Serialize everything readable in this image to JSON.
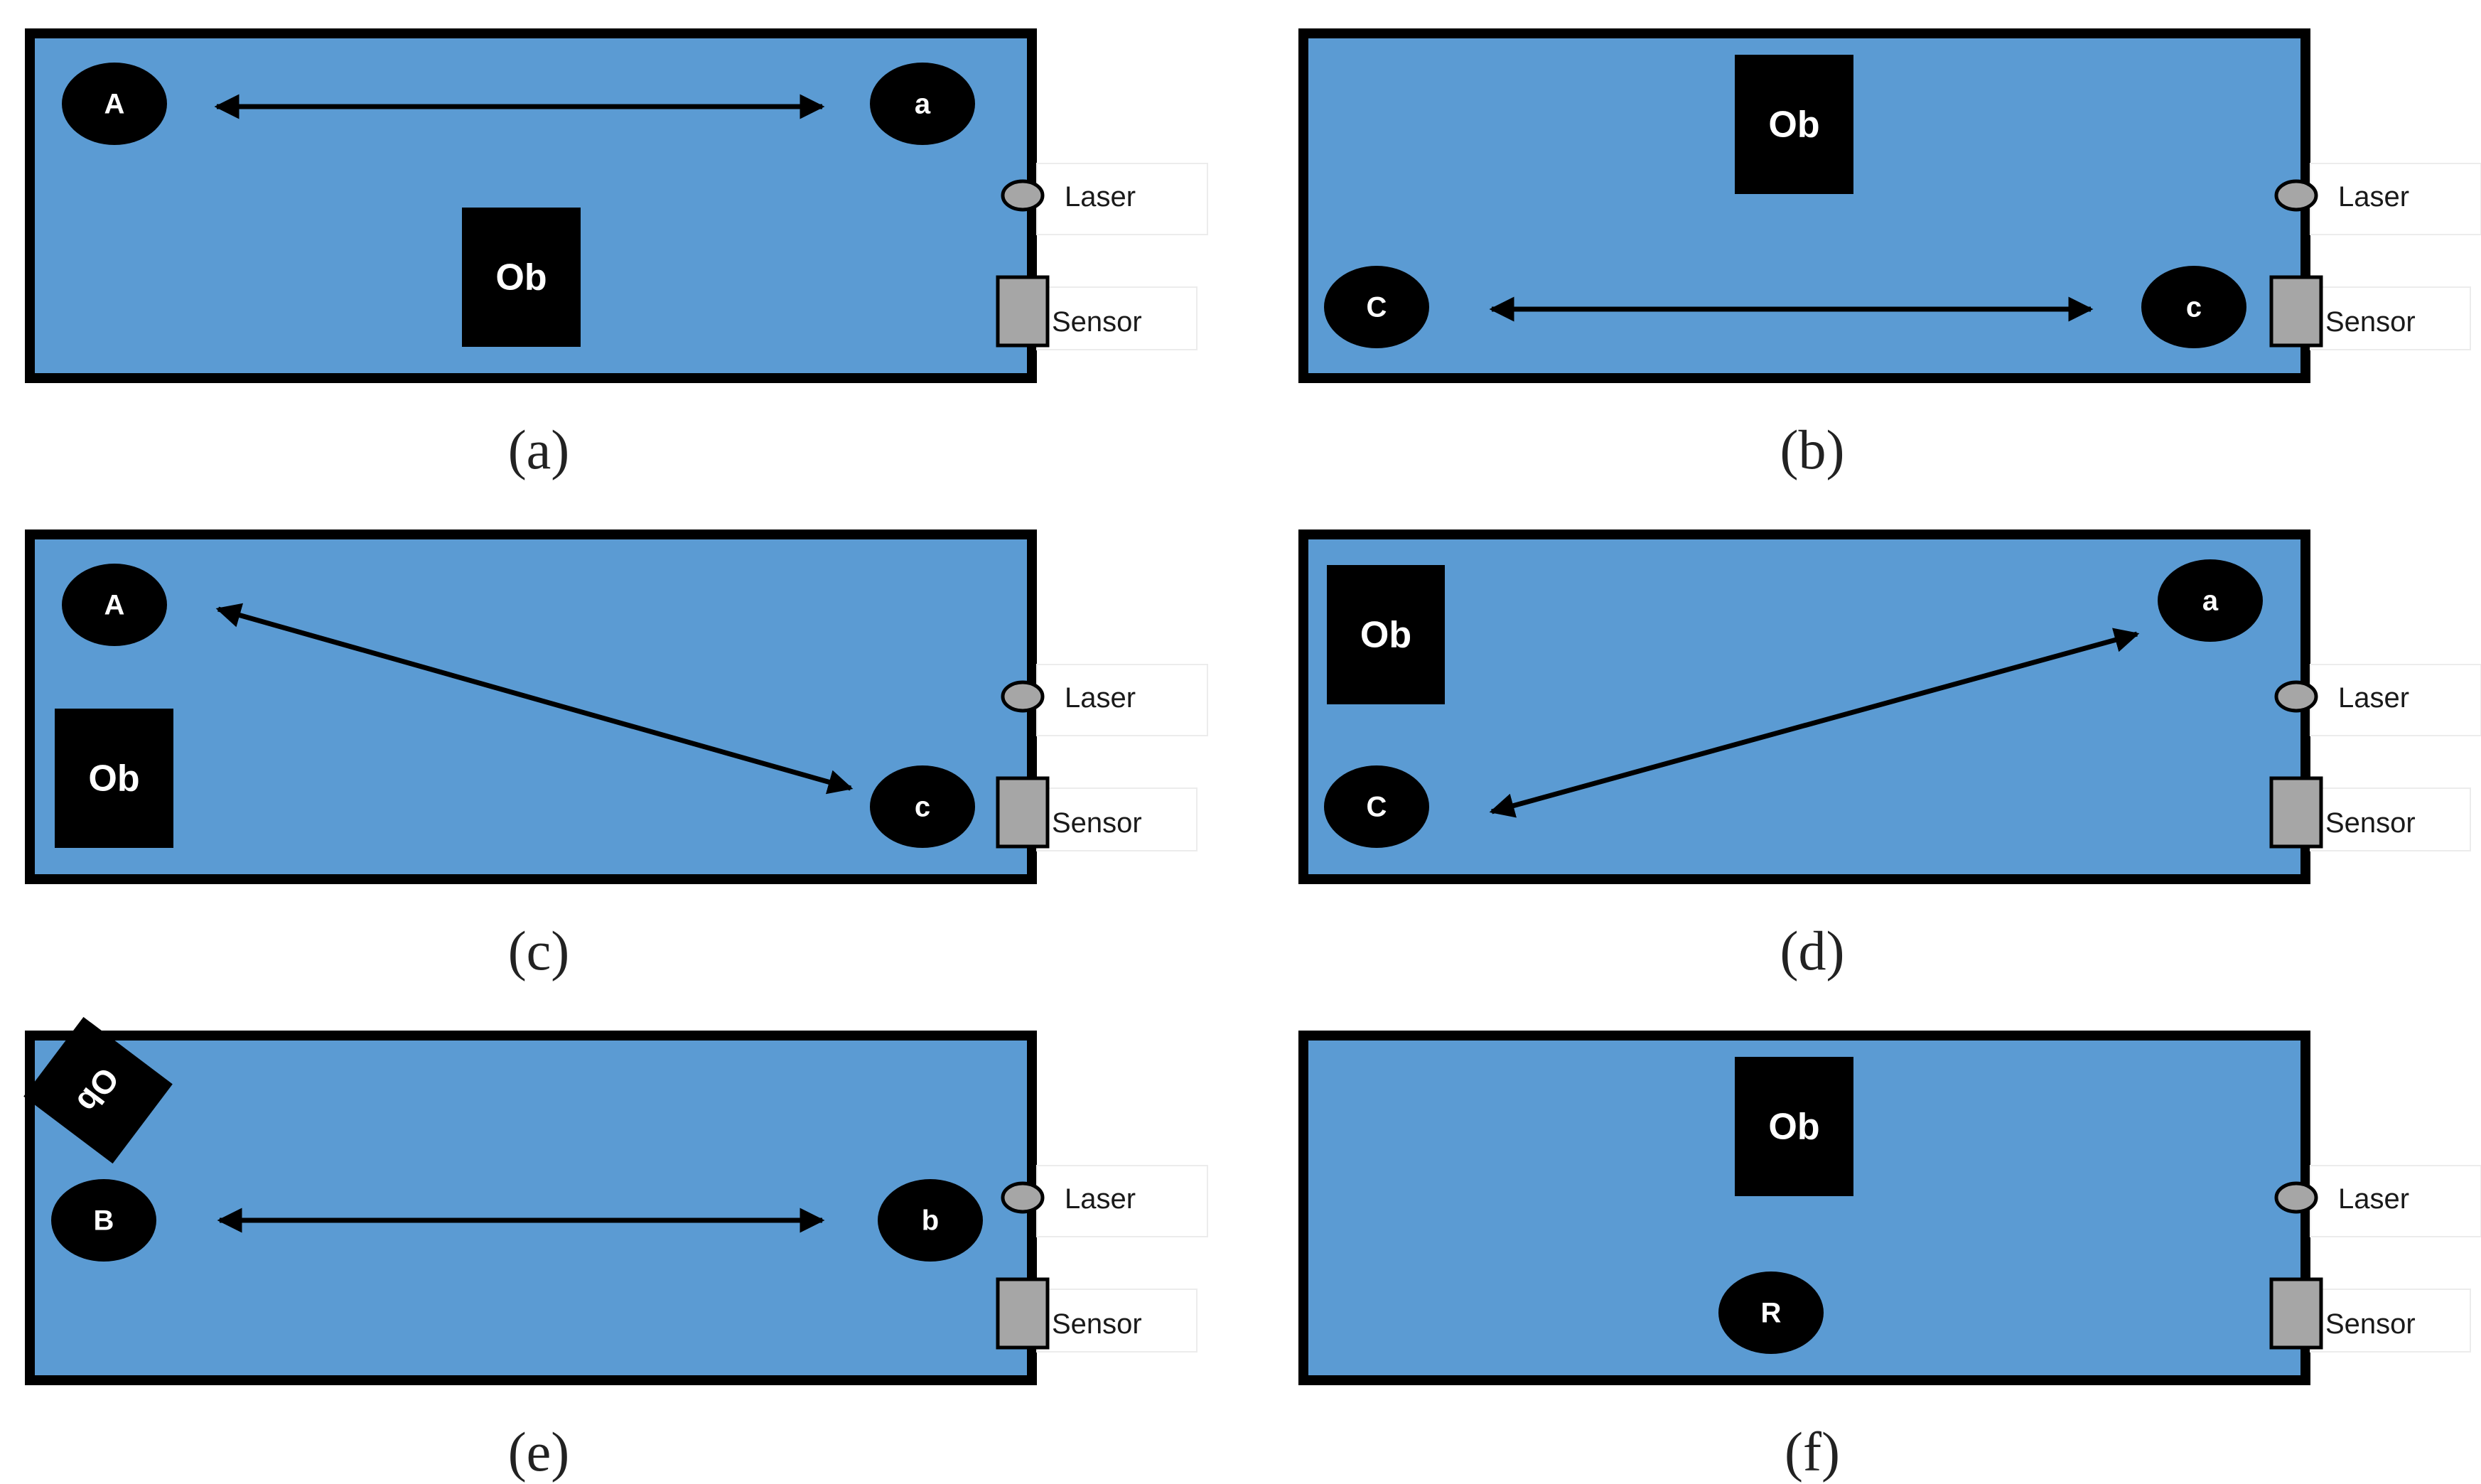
{
  "colors": {
    "arena": "#5b9bd3",
    "border": "#000000",
    "robot": "#000000",
    "obstacle": "#000000",
    "device": "#a6a6a6",
    "label_text": "#ffffff"
  },
  "device_labels": {
    "laser": "Laser",
    "sensor": "Sensor"
  },
  "panels": [
    {
      "caption": "(a)",
      "obstacle": {
        "label": "Ob"
      },
      "robots": [
        {
          "label": "A"
        },
        {
          "label": "a"
        }
      ],
      "arrow": {
        "type": "double"
      }
    },
    {
      "caption": "(b)",
      "obstacle": {
        "label": "Ob"
      },
      "robots": [
        {
          "label": "C"
        },
        {
          "label": "c"
        }
      ],
      "arrow": {
        "type": "double"
      }
    },
    {
      "caption": "(c)",
      "obstacle": {
        "label": "Ob"
      },
      "robots": [
        {
          "label": "A"
        },
        {
          "label": "c"
        }
      ],
      "arrow": {
        "type": "double"
      }
    },
    {
      "caption": "(d)",
      "obstacle": {
        "label": "Ob"
      },
      "robots": [
        {
          "label": "C"
        },
        {
          "label": "a"
        }
      ],
      "arrow": {
        "type": "double"
      }
    },
    {
      "caption": "(e)",
      "obstacle": {
        "label": "Ob"
      },
      "robots": [
        {
          "label": "B"
        },
        {
          "label": "b"
        }
      ],
      "arrow": {
        "type": "double"
      }
    },
    {
      "caption": "(f)",
      "obstacle": {
        "label": "Ob"
      },
      "robots": [
        {
          "label": "R"
        }
      ],
      "arrow": null
    }
  ]
}
